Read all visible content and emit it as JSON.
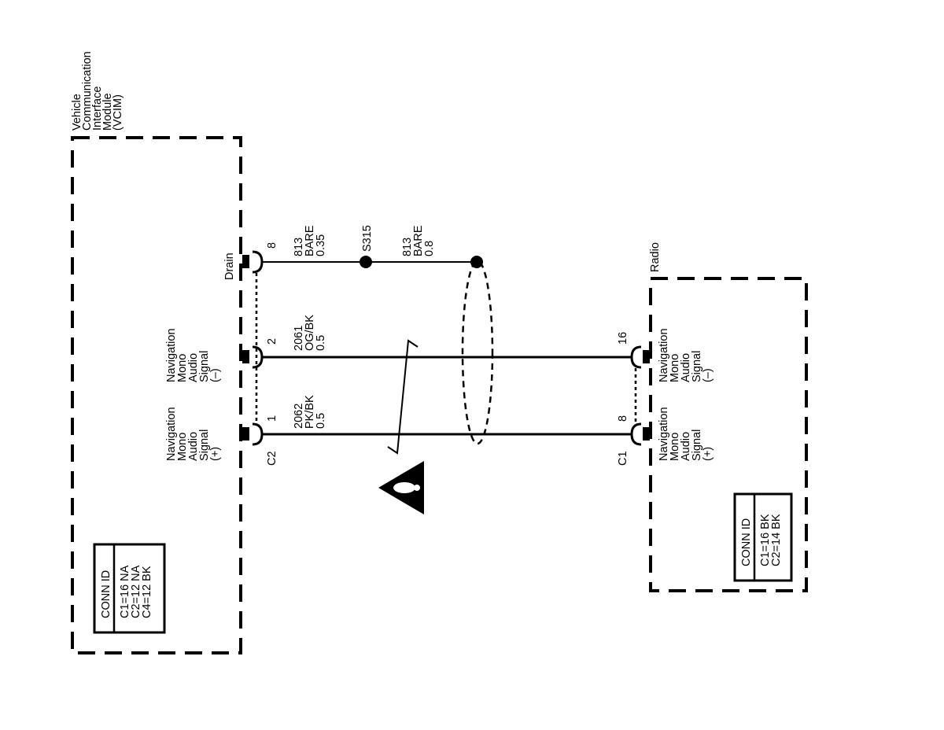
{
  "modules": {
    "vcim": {
      "title_lines": [
        "Vehicle",
        "Communication",
        "Interface",
        "Module",
        "(VCIM)"
      ],
      "conn_id": {
        "header": "CONN ID",
        "lines": [
          "C1=16 NA",
          "C2=12 NA",
          "C4=12 BK"
        ]
      }
    },
    "radio": {
      "title": "Radio",
      "conn_id": {
        "header": "CONN ID",
        "lines": [
          "C1=16 BK",
          "C2=14 BK"
        ]
      }
    }
  },
  "pins": {
    "vcim_drain": {
      "label": "Drain",
      "number": "8"
    },
    "vcim_minus": {
      "label_lines": [
        "Navigation",
        "Mono",
        "Audio",
        "Signal",
        "(–)"
      ],
      "number": "2"
    },
    "vcim_plus": {
      "label_lines": [
        "Navigation",
        "Mono",
        "Audio",
        "Signal",
        "(+)"
      ],
      "number": "1",
      "connector": "C2"
    },
    "radio_minus": {
      "label_lines": [
        "Navigation",
        "Mono",
        "Audio",
        "Signal",
        "(–)"
      ],
      "number": "16"
    },
    "radio_plus": {
      "label_lines": [
        "Navigation",
        "Mono",
        "Audio",
        "Signal",
        "(+)"
      ],
      "number": "8",
      "connector": "C1"
    }
  },
  "wires": {
    "drain_a": {
      "lines": [
        "813",
        "BARE",
        "0.35"
      ]
    },
    "splice": {
      "label": "S315"
    },
    "drain_b": {
      "lines": [
        "813",
        "BARE",
        "0.8"
      ]
    },
    "minus": {
      "lines": [
        "2061",
        "OG/BK",
        "0.5"
      ]
    },
    "plus": {
      "lines": [
        "2062",
        "PK/BK",
        "0.5"
      ]
    }
  },
  "warning": {
    "symbol": "!"
  }
}
